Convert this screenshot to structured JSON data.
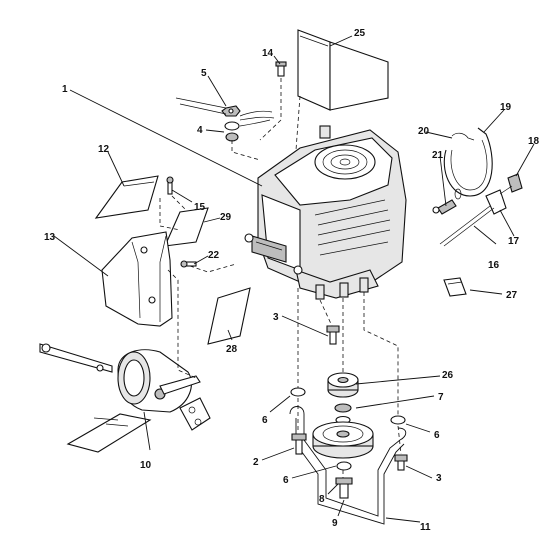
{
  "callouts": [
    {
      "id": "1",
      "text": "1"
    },
    {
      "id": "2",
      "text": "2"
    },
    {
      "id": "3a",
      "text": "3"
    },
    {
      "id": "3b",
      "text": "3"
    },
    {
      "id": "4",
      "text": "4"
    },
    {
      "id": "5",
      "text": "5"
    },
    {
      "id": "6a",
      "text": "6"
    },
    {
      "id": "6b",
      "text": "6"
    },
    {
      "id": "6c",
      "text": "6"
    },
    {
      "id": "7",
      "text": "7"
    },
    {
      "id": "8",
      "text": "8"
    },
    {
      "id": "9",
      "text": "9"
    },
    {
      "id": "10",
      "text": "10"
    },
    {
      "id": "11",
      "text": "11"
    },
    {
      "id": "12",
      "text": "12"
    },
    {
      "id": "13",
      "text": "13"
    },
    {
      "id": "14",
      "text": "14"
    },
    {
      "id": "15",
      "text": "15"
    },
    {
      "id": "16",
      "text": "16"
    },
    {
      "id": "17",
      "text": "17"
    },
    {
      "id": "18",
      "text": "18"
    },
    {
      "id": "19",
      "text": "19"
    },
    {
      "id": "20",
      "text": "20"
    },
    {
      "id": "21",
      "text": "21"
    },
    {
      "id": "22",
      "text": "22"
    },
    {
      "id": "25",
      "text": "25"
    },
    {
      "id": "26",
      "text": "26"
    },
    {
      "id": "27",
      "text": "27"
    },
    {
      "id": "28",
      "text": "28"
    },
    {
      "id": "29",
      "text": "29"
    }
  ]
}
